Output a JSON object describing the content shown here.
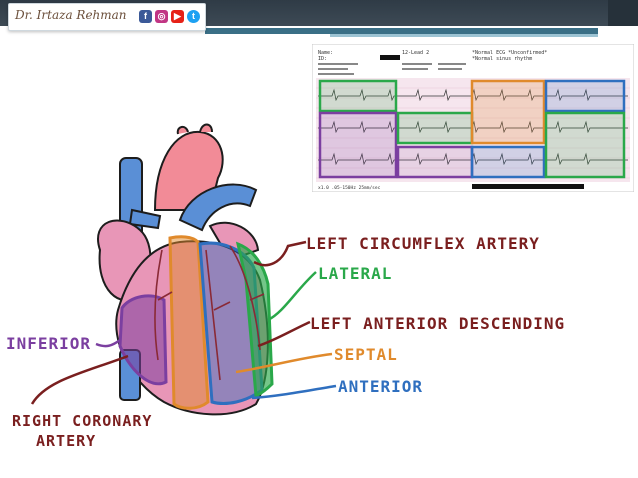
{
  "header": {
    "brand_name": "Dr. Irtaza Rehman",
    "social_icons": [
      "facebook-icon",
      "instagram-icon",
      "youtube-icon",
      "twitter-icon"
    ]
  },
  "labels": {
    "left_circumflex": "LEFT CIRCUMFLEX ARTERY",
    "lateral": "LATERAL",
    "lad": "LEFT ANTERIOR DESCENDING",
    "septal": "SEPTAL",
    "anterior": "ANTERIOR",
    "inferior": "INFERIOR",
    "rca_line1": "RIGHT CORONARY",
    "rca_line2": "ARTERY"
  },
  "colors": {
    "lateral": "#2aa84a",
    "septal": "#e08a2c",
    "anterior": "#2f6fbf",
    "inferior": "#7b3fa0",
    "artery_text": "#7a1f1f"
  },
  "ecg": {
    "header_line1": "Name:",
    "header_line2": "ID:",
    "title": "12-Lead 2",
    "rhythm": "*Normal ECG *Unconfirmed*",
    "rhythm2": "*Normal sinus rhythm",
    "footer": "x1.0  .05-150Hz 25mm/sec"
  }
}
